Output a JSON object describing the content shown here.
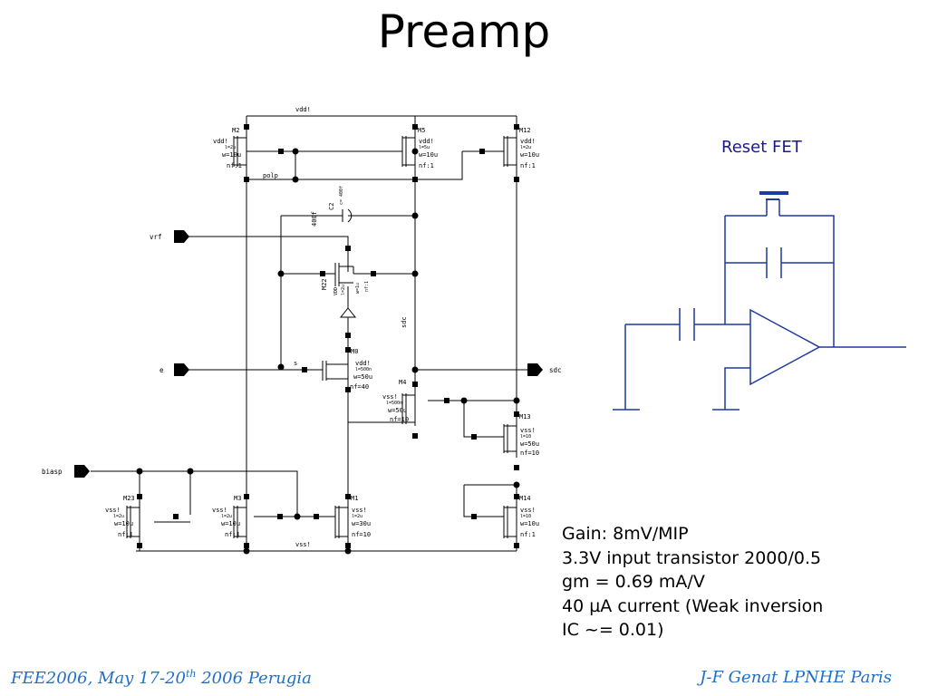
{
  "title": "Preamp",
  "colors": {
    "schematic_line": "#000000",
    "reset_label": "#1a1a8c",
    "footer": "#1f6fc9"
  },
  "schematic": {
    "supply_top": "vdd!",
    "supply_bottom": "vss!",
    "nets": {
      "polp": "polp",
      "sdc": "sdc",
      "s": "s"
    },
    "pins": {
      "vrf": "vrf",
      "e": "e",
      "sdc": "sdc",
      "biasp": "biasp"
    },
    "capacitor": {
      "name": "C2",
      "value": "400f",
      "param": "c= 400f"
    },
    "transistors": {
      "m2": {
        "name": "M2",
        "supply": "vdd!",
        "l": "l=2u",
        "w": "w=10u",
        "nf": "nf:1"
      },
      "m5": {
        "name": "M5",
        "supply": "vdd!",
        "l": "l=5u",
        "w": "w=10u",
        "nf": "nf:1"
      },
      "m12": {
        "name": "M12",
        "supply": "vdd!",
        "l": "l=2u",
        "w": "w=10u",
        "nf": "nf:1"
      },
      "m22": {
        "name": "M22",
        "supply": "VDD",
        "l": "l=2u",
        "w": "w=1u",
        "nf": "nf:1"
      },
      "m0": {
        "name": "M0",
        "supply": "vdd!",
        "l": "l=500n",
        "w": "w=50u",
        "nf": "nf=40"
      },
      "m4": {
        "name": "M4",
        "supply": "vss!",
        "l": "l=500n",
        "w": "w=50u",
        "nf": "nf=10"
      },
      "m13": {
        "name": "M13",
        "supply": "vss!",
        "l": "l=10",
        "w": "w=50u",
        "nf": "nf=10"
      },
      "m23": {
        "name": "M23",
        "supply": "vss!",
        "l": "l=2u",
        "w": "w=10u",
        "nf": "nf:1"
      },
      "m3": {
        "name": "M3",
        "supply": "vss!",
        "l": "l=2u",
        "w": "w=10u",
        "nf": "nf:1"
      },
      "m1": {
        "name": "M1",
        "supply": "vss!",
        "l": "l=2u",
        "w": "w=30u",
        "nf": "nf=10"
      },
      "m14": {
        "name": "M14",
        "supply": "vss!",
        "l": "l=10",
        "w": "w=10u",
        "nf": "nf:1"
      }
    }
  },
  "reset_fet_label": "Reset FET",
  "notes": [
    "Gain: 8mV/MIP",
    "3.3V input transistor 2000/0.5",
    "gm = 0.69 mA/V",
    "40 µA current (Weak inversion",
    "IC ~= 0.01)"
  ],
  "footer": {
    "left_prefix": "FEE2006, May 17-20",
    "left_sup": "th",
    "left_suffix": " 2006 Perugia",
    "right": "J-F Genat LPNHE Paris"
  }
}
